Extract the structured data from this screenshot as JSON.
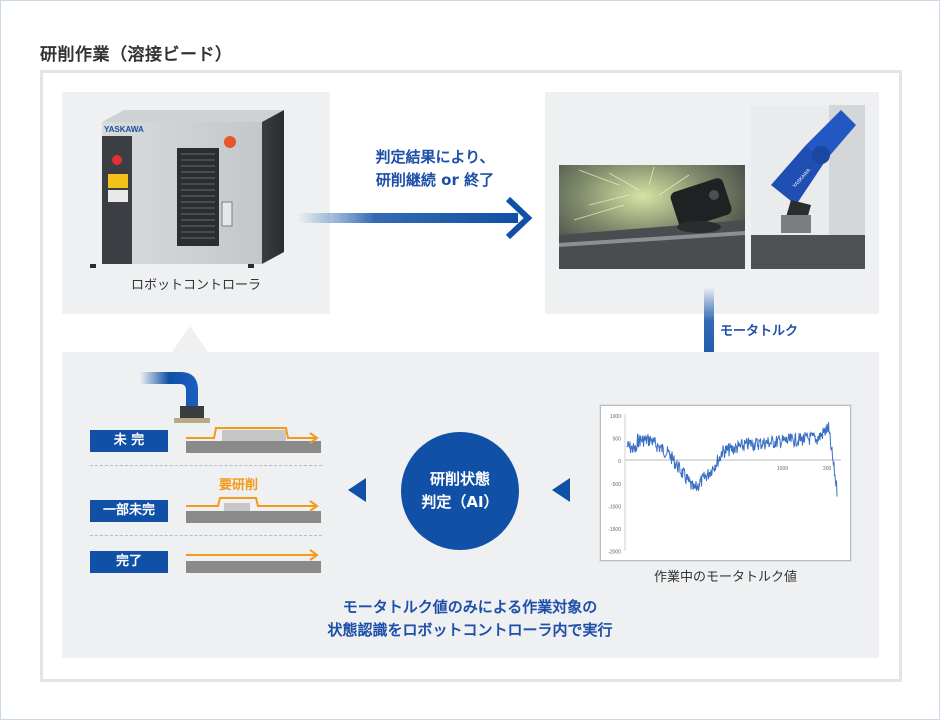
{
  "title": "研削作業（溶接ビード）",
  "controller": {
    "brand": "YASKAWA",
    "caption": "ロボットコントローラ"
  },
  "arrow_top_label": {
    "line1": "判定結果により、",
    "line2": "研削継続 or 終了"
  },
  "arrow_right_label": "モータトルク",
  "ai_circle": {
    "line1": "研削状態",
    "line2": "判定（AI）"
  },
  "graph": {
    "caption": "作業中のモータトルク値",
    "y_ticks": [
      "1000",
      "500",
      "0",
      "-500",
      "-1000",
      "-1500",
      "-2000"
    ],
    "x_ticks": [
      "1500",
      "200"
    ]
  },
  "states": [
    {
      "label": "未 完"
    },
    {
      "label": "一部未完",
      "note": "要研削"
    },
    {
      "label": "完了"
    }
  ],
  "bottom_text": {
    "line1": "モータトルク値のみによる作業対象の",
    "line2": "状態認識をロボットコントローラ内で実行"
  },
  "robot_brand": "YASKAWA",
  "colors": {
    "accent_blue": "#1050a6",
    "text_blue": "#1e4fa8",
    "orange": "#f39a1b",
    "panel_gray": "#eef0f2"
  }
}
